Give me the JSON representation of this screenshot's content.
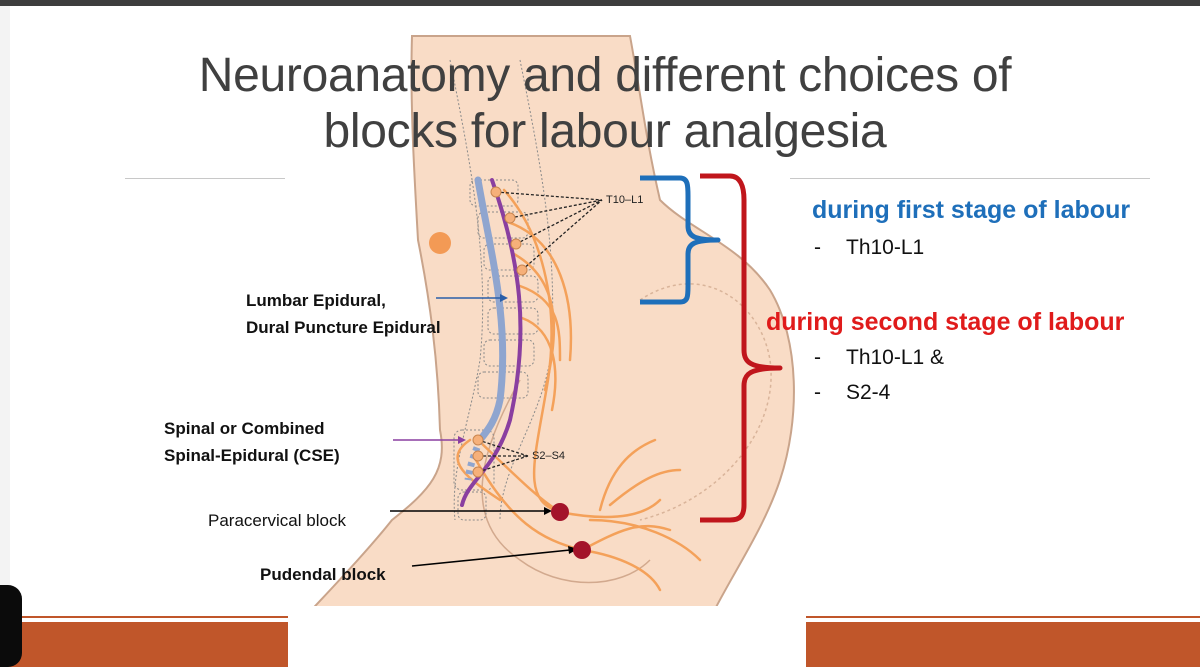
{
  "slide": {
    "title_line1": "Neuroanatomy and different choices of",
    "title_line2": "blocks for labour analgesia"
  },
  "labels": {
    "lumbar_1": "Lumbar Epidural,",
    "lumbar_2": "Dural Puncture Epidural",
    "spinal_1": "Spinal or Combined",
    "spinal_2": "Spinal-Epidural (CSE)",
    "paracervical": "Paracervical block",
    "pudendal": "Pudendal block",
    "t10_l1": "T10–L1",
    "s2_s4": "S2–S4"
  },
  "first_stage": {
    "heading": "during first stage of labour",
    "bullets": [
      "Th10-L1"
    ]
  },
  "second_stage": {
    "heading": "during second stage of  labour",
    "bullets": [
      "Th10-L1 &",
      "S2-4"
    ]
  },
  "colors": {
    "blue": "#1e6fba",
    "red": "#e01b1b",
    "bracket_red": "#c0161c",
    "skin": "#f9dcc6",
    "skin_outline": "#c9a48b",
    "nerve": "#f4a15a",
    "epidural_blue": "#8fa5cf",
    "spinal_purple": "#8a3fa0",
    "dot_red": "#a3142a",
    "dot_orange": "#f39a55",
    "footer": "#c0562a"
  }
}
